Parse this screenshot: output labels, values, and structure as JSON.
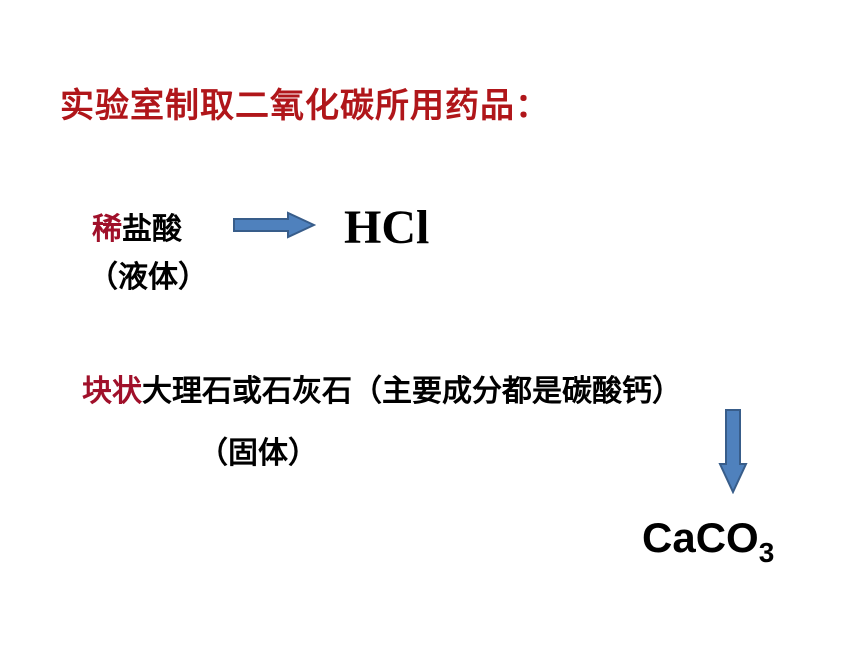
{
  "colors": {
    "title": "#b0161a",
    "highlight": "#a0102a",
    "text": "#000000",
    "arrow_fill": "#4f81bd",
    "arrow_stroke": "#385d8a"
  },
  "title": "实验室制取二氧化碳所用药品：",
  "acid": {
    "prefix": "稀",
    "name": "盐酸",
    "state": "（液体）",
    "formula": "HCl",
    "arrow_icon": "right-arrow-icon"
  },
  "solid": {
    "prefix": "块状",
    "description": "大理石或石灰石（主要成分都是碳酸钙）",
    "state": "（固体）",
    "formula_main": "CaCO",
    "formula_sub": "3",
    "arrow_icon": "down-arrow-icon"
  }
}
